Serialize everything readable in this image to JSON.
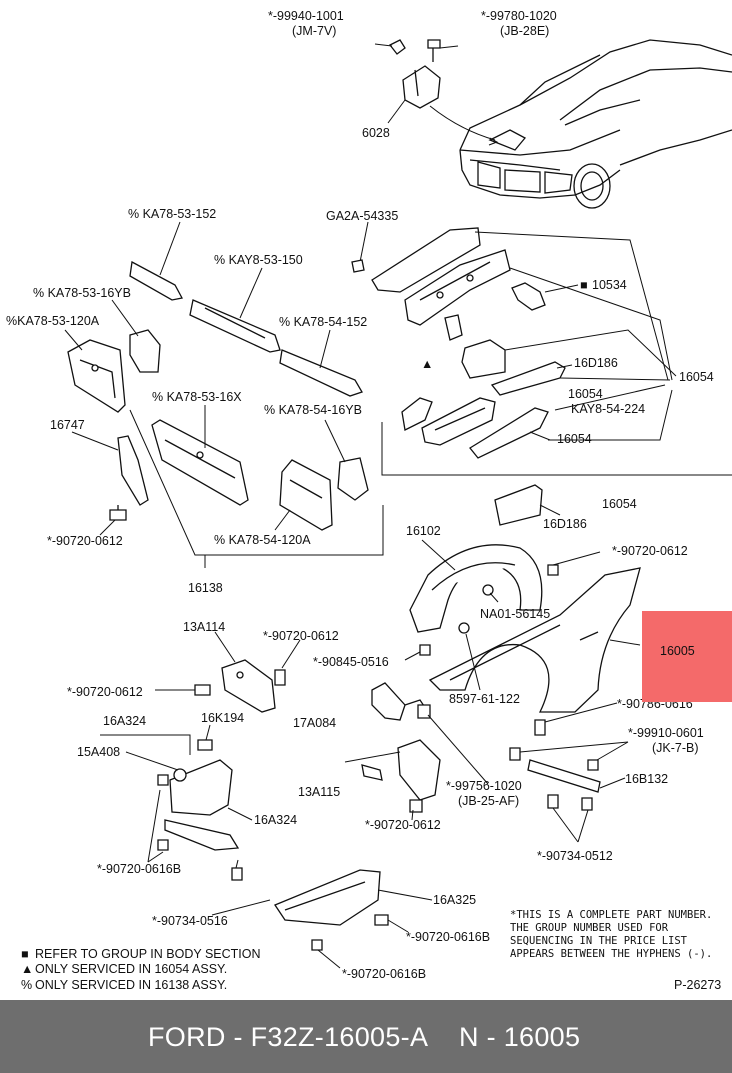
{
  "diagram": {
    "labels": {
      "p99940": "*-99940-1001",
      "p99940b": "(JM-7V)",
      "p99780": "*-99780-1020",
      "p99780b": "(JB-28E)",
      "p6028": "6028",
      "ka7853152": "% KA78-53-152",
      "ga2a": "GA2A-54335",
      "kay853150": "% KAY8-53-150",
      "p10534": "10534",
      "ka785316yb": "% KA78-53-16YB",
      "ka7854152": "% KA78-54-152",
      "ka7853120a": "%KA78-53-120A",
      "p16d186a": "16D186",
      "p16054r": "16054",
      "p16054c": "16054",
      "kay854224": "KAY8-54-224",
      "ka785316x": "% KA78-53-16X",
      "p16747": "16747",
      "ka785416yb": "% KA78-54-16YB",
      "p16054d": "16054",
      "p16054e": "16054",
      "p16d186b": "16D186",
      "p16102": "16102",
      "p90720a": "*-90720-0612",
      "ka7854120a": "% KA78-54-120A",
      "p90720b": "*-90720-0612",
      "na01": "NA01-56145",
      "p16138": "16138",
      "p13a114": "13A114",
      "p90720c": "*-90720-0612",
      "p90845": "*-90845-0516",
      "p90720d": "*-90720-0612",
      "p8597": "8597-61-122",
      "p90786": "*-90786-0616",
      "p16a324a": "16A324",
      "p16k194": "16K194",
      "p17a084": "17A084",
      "p99910": "*-99910-0601",
      "p99910b": "(JK-7-B)",
      "p15a408": "15A408",
      "p16b132": "16B132",
      "p99756": "*-99756-1020",
      "p99756b": "(JB-25-AF)",
      "p13a115": "13A115",
      "p16a324b": "16A324",
      "p90720e": "*-90720-0612",
      "p90734a": "*-90734-0512",
      "p90720f": "*-90720-0616B",
      "p90734b": "*-90734-0516",
      "p16a325": "16A325",
      "p90720g": "*-90720-0616B",
      "p90720h": "*-90720-0616B",
      "ref": "P-26273"
    },
    "highlight": {
      "label": "16005",
      "color": "#f46a6a"
    },
    "note_lines": [
      "*THIS IS A COMPLETE PART NUMBER.",
      " THE GROUP NUMBER USED FOR",
      " SEQUENCING IN THE PRICE LIST",
      " APPEARS BETWEEN THE HYPHENS (-)."
    ],
    "legend": [
      {
        "symbol": "■",
        "text": "REFER TO GROUP IN BODY SECTION"
      },
      {
        "symbol": "▲",
        "text": "ONLY SERVICED IN 16054 ASSY."
      },
      {
        "symbol": "%",
        "text": "ONLY SERVICED IN 16138 ASSY."
      }
    ]
  },
  "footer": {
    "brand_part": "FORD - F32Z-16005-A",
    "name_part": "N - 16005",
    "background": "#6e6e6e"
  }
}
